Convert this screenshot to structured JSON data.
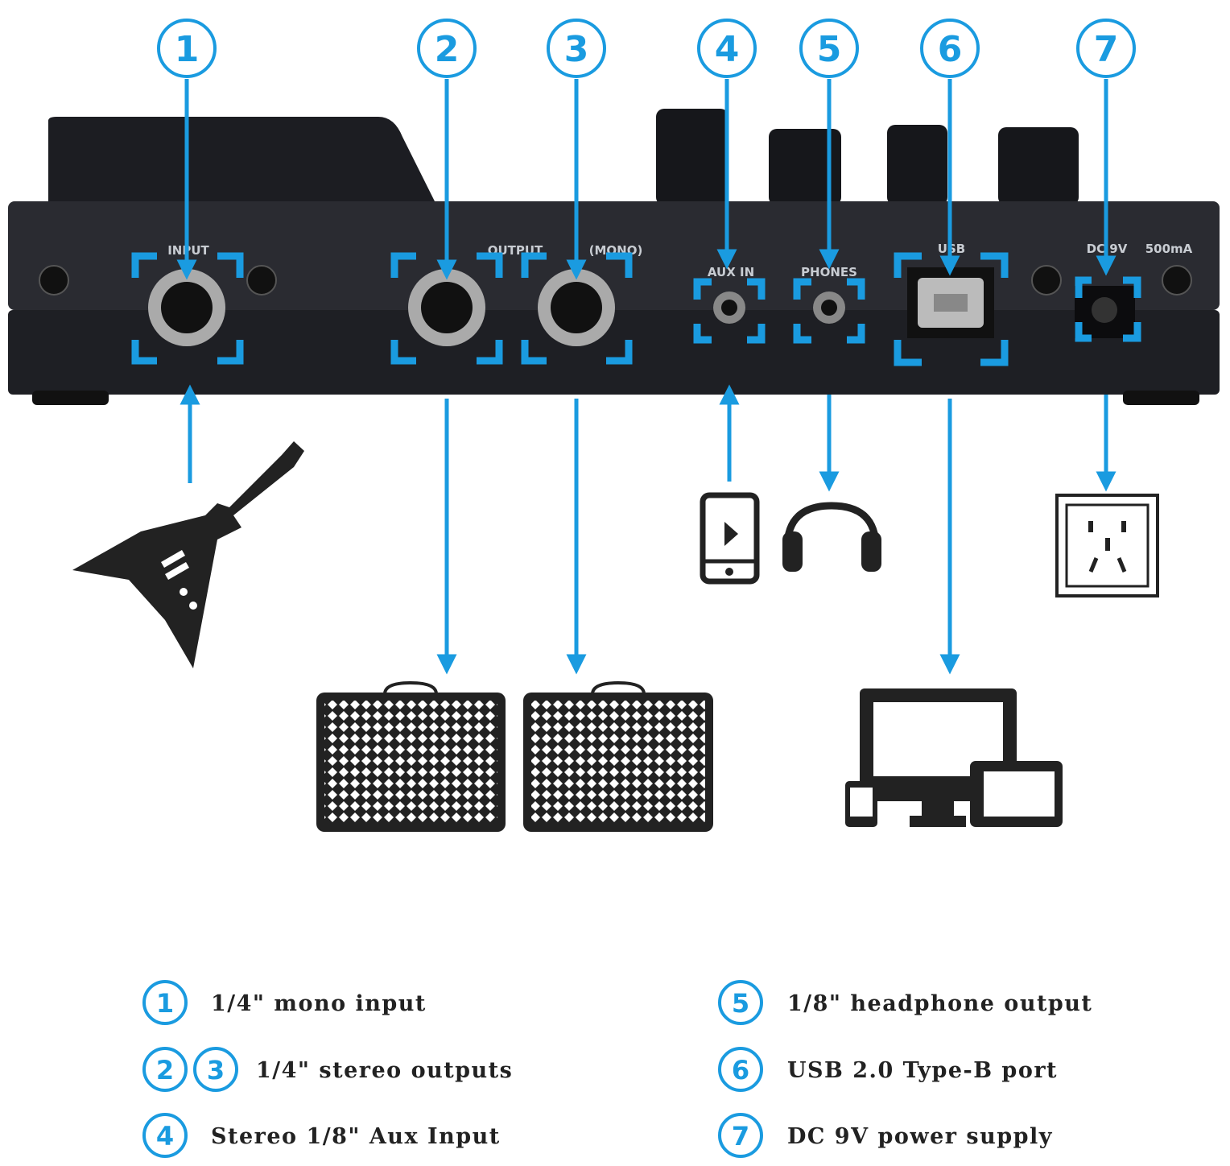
{
  "accent_color": "#1a9be0",
  "callouts": [
    {
      "number": "1",
      "port": "input"
    },
    {
      "number": "2",
      "port": "output-left"
    },
    {
      "number": "3",
      "port": "output-right"
    },
    {
      "number": "4",
      "port": "aux-in"
    },
    {
      "number": "5",
      "port": "phones"
    },
    {
      "number": "6",
      "port": "usb"
    },
    {
      "number": "7",
      "port": "dc-power"
    }
  ],
  "panel_labels": {
    "input": "INPUT",
    "output": "OUTPUT",
    "mono": "(MONO)",
    "aux_in": "AUX IN",
    "phones": "PHONES",
    "usb": "USB",
    "dc": "DC 9V",
    "current": "500mA"
  },
  "connected_devices": [
    "guitar-icon",
    "speaker-icon",
    "speaker-icon",
    "phone-icon",
    "headphones-icon",
    "computer-tablet-icon",
    "power-outlet-icon"
  ],
  "legend": [
    {
      "numbers": [
        "1"
      ],
      "text": "1/4\" mono input"
    },
    {
      "numbers": [
        "2",
        "3"
      ],
      "text": "1/4\" stereo outputs"
    },
    {
      "numbers": [
        "4"
      ],
      "text": "Stereo 1/8\" Aux Input"
    },
    {
      "numbers": [
        "5"
      ],
      "text": "1/8\" headphone output"
    },
    {
      "numbers": [
        "6"
      ],
      "text": "USB 2.0 Type-B port"
    },
    {
      "numbers": [
        "7"
      ],
      "text": "DC 9V power supply"
    }
  ]
}
